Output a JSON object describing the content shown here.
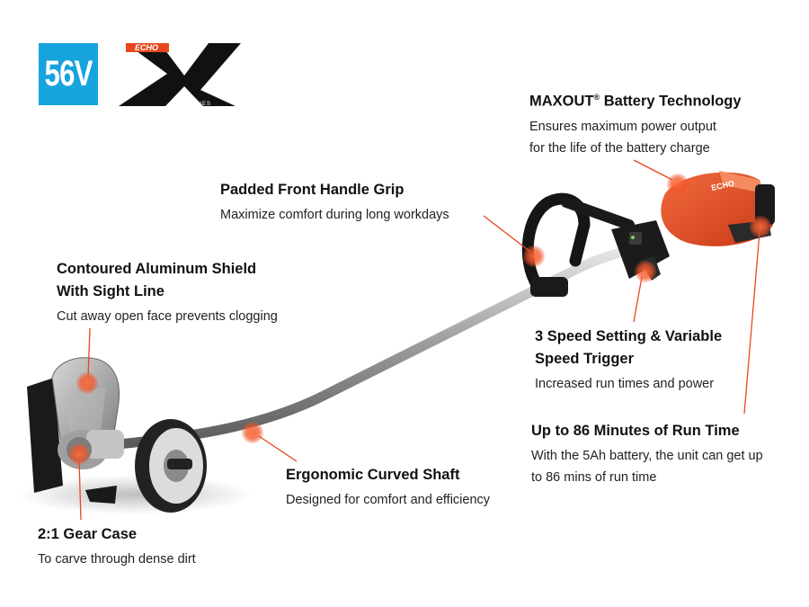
{
  "brand": {
    "voltage_badge": "56V",
    "logo_brand": "ECHO",
    "logo_series": "SERIES",
    "accent_orange": "#e8471c",
    "badge_blue": "#17a3dd"
  },
  "callouts": {
    "battery": {
      "title": "MAXOUT",
      "title_mark": "®",
      "title_rest": " Battery Technology",
      "desc1": "Ensures maximum power output",
      "desc2": "for the life of the battery charge"
    },
    "handle": {
      "title": "Padded Front Handle Grip",
      "desc1": "Maximize comfort during long workdays"
    },
    "shield": {
      "title1": "Contoured Aluminum Shield",
      "title2": "With Sight Line",
      "desc1": "Cut away open face prevents clogging"
    },
    "trigger": {
      "title1": "3 Speed Setting & Variable",
      "title2": "Speed Trigger",
      "desc1": "Increased run times and power"
    },
    "runtime": {
      "title": "Up to 86 Minutes of Run Time",
      "desc1": "With the 5Ah battery, the unit can get up",
      "desc2": "to 86 mins of run time"
    },
    "shaft": {
      "title": "Ergonomic Curved Shaft",
      "desc1": "Designed for comfort and efficiency"
    },
    "gear": {
      "title": "2:1 Gear Case",
      "desc1": "To carve through dense dirt"
    }
  }
}
